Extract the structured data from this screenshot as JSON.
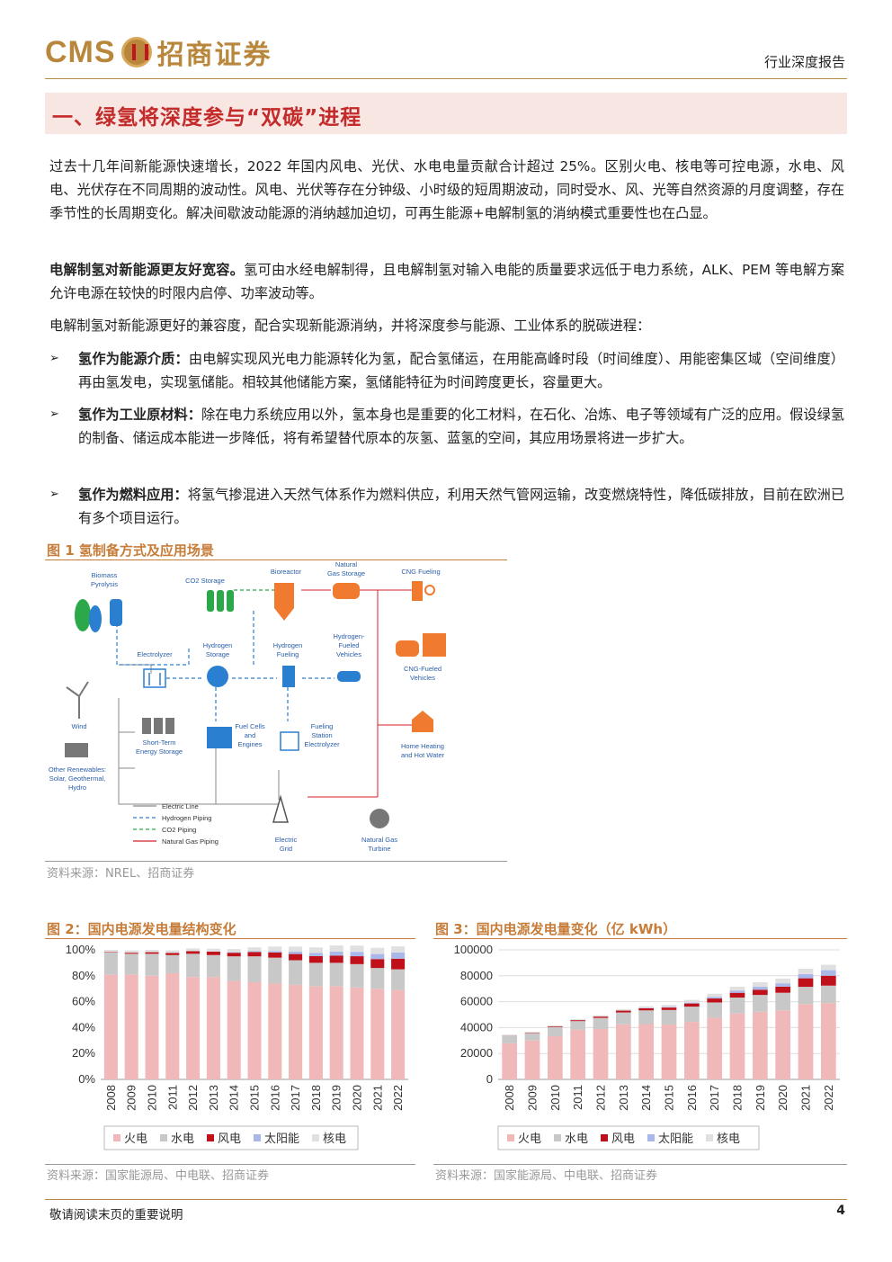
{
  "header": {
    "logo_cms": "CMS",
    "logo_cn": "招商证券",
    "report_type": "行业深度报告"
  },
  "section": {
    "title": "一、绿氢将深度参与“双碳”进程"
  },
  "paragraphs": {
    "p1": "过去十几年间新能源快速增长，2022 年国内风电、光伏、水电电量贡献合计超过 25%。区别火电、核电等可控电源，水电、风电、光伏存在不同周期的波动性。风电、光伏等存在分钟级、小时级的短周期波动，同时受水、风、光等自然资源的月度调整，存在季节性的长周期变化。解决间歇波动能源的消纳越加迫切，可再生能源+电解制氢的消纳模式重要性也在凸显。",
    "p2_lead": "电解制氢对新能源更友好宽容。",
    "p2_body": "氢可由水经电解制得，且电解制氢对输入电能的质量要求远低于电力系统，ALK、PEM 等电解方案允许电源在较快的时限内启停、功率波动等。",
    "p3": "电解制氢对新能源更好的兼容度，配合实现新能源消纳，并将深度参与能源、工业体系的脱碳进程："
  },
  "bullets": [
    {
      "mark": "➢",
      "lead": "氢作为能源介质：",
      "body": "由电解实现风光电力能源转化为氢，配合氢储运，在用能高峰时段（时间维度）、用能密集区域（空间维度）再由氢发电，实现氢储能。相较其他储能方案，氢储能特征为时间跨度更长，容量更大。"
    },
    {
      "mark": "➢",
      "lead": "氢作为工业原材料：",
      "body": "除在电力系统应用以外，氢本身也是重要的化工材料，在石化、冶炼、电子等领域有广泛的应用。假设绿氢的制备、储运成本能进一步降低，将有希望替代原本的灰氢、蓝氢的空间，其应用场景将进一步扩大。"
    },
    {
      "mark": "➢",
      "lead": "氢作为燃料应用：",
      "body": "将氢气掺混进入天然气体系作为燃料供应，利用天然气管网运输，改变燃烧特性，降低碳排放，目前在欧洲已有多个项目运行。"
    }
  ],
  "figure1": {
    "title": "图 1  氢制备方式及应用场景",
    "source": "资料来源：NREL、招商证券",
    "labels": {
      "biomass": "Biomass\nPyrolysis",
      "co2storage": "CO2 Storage",
      "bioreactor": "Bioreactor",
      "ngstorage": "Natural\nGas Storage",
      "cngfueling": "CNG Fueling",
      "electrolyzer": "Electrolyzer",
      "h2storage": "Hydrogen\nStorage",
      "h2fueling": "Hydrogen\nFueling",
      "h2vehicles": "Hydrogen-\nFueled\nVehicles",
      "cngvehicles": "CNG-Fueled\nVehicles",
      "wind": "Wind",
      "shortterm": "Short-Term\nEnergy Storage",
      "fuelcells": "Fuel Cells\nand\nEngines",
      "fuelingstation": "Fueling\nStation\nElectrolyzer",
      "homeheating": "Home Heating\nand Hot Water",
      "otherrenew": "Other Renewables:\nSolar, Geothermal,\nHydro",
      "grid": "Electric\nGrid",
      "turbine": "Natural Gas\nTurbine"
    },
    "legend": [
      {
        "label": "Electric Line",
        "color": "#888888",
        "dash": false
      },
      {
        "label": "Hydrogen Piping",
        "color": "#2a7fd0",
        "dash": true
      },
      {
        "label": "CO2 Piping",
        "color": "#2aa84a",
        "dash": true
      },
      {
        "label": "Natural Gas Piping",
        "color": "#d0202a",
        "dash": false
      }
    ]
  },
  "figure2": {
    "title": "图 2：国内电源发电量结构变化",
    "source": "资料来源：国家能源局、中电联、招商证券"
  },
  "figure3": {
    "title": "图 3：国内电源发电量变化（亿 kWh）",
    "source": "资料来源：国家能源局、中电联、招商证券"
  },
  "colors": {
    "thermal": "#f0b8b8",
    "hydro": "#c8c8c8",
    "wind": "#c0101a",
    "solar": "#a9b8e8",
    "nuclear": "#e0e0e0"
  },
  "chart_data": [
    {
      "type": "bar",
      "stacked": true,
      "categories": [
        "2008",
        "2009",
        "2010",
        "2011",
        "2012",
        "2013",
        "2014",
        "2015",
        "2016",
        "2017",
        "2018",
        "2019",
        "2020",
        "2021",
        "2022"
      ],
      "series": [
        {
          "name": "火电",
          "values": [
            0.81,
            0.81,
            0.8,
            0.82,
            0.79,
            0.79,
            0.76,
            0.75,
            0.74,
            0.73,
            0.72,
            0.72,
            0.71,
            0.7,
            0.69
          ]
        },
        {
          "name": "水电",
          "values": [
            0.17,
            0.16,
            0.17,
            0.14,
            0.18,
            0.17,
            0.19,
            0.2,
            0.2,
            0.19,
            0.18,
            0.18,
            0.18,
            0.16,
            0.16
          ]
        },
        {
          "name": "风电",
          "values": [
            0.004,
            0.008,
            0.012,
            0.016,
            0.02,
            0.026,
            0.028,
            0.033,
            0.04,
            0.048,
            0.052,
            0.055,
            0.061,
            0.069,
            0.082
          ]
        },
        {
          "name": "太阳能",
          "values": [
            0.0,
            0.0,
            0.0,
            0.001,
            0.001,
            0.002,
            0.004,
            0.007,
            0.011,
            0.018,
            0.025,
            0.031,
            0.034,
            0.039,
            0.048
          ]
        },
        {
          "name": "核电",
          "values": [
            0.016,
            0.018,
            0.018,
            0.019,
            0.02,
            0.021,
            0.024,
            0.03,
            0.035,
            0.039,
            0.042,
            0.048,
            0.048,
            0.048,
            0.047
          ]
        }
      ],
      "yticks": [
        "0%",
        "20%",
        "40%",
        "60%",
        "80%",
        "100%"
      ],
      "ylim": [
        0,
        1
      ],
      "legend_position": "bottom"
    },
    {
      "type": "bar",
      "stacked": true,
      "categories": [
        "2008",
        "2009",
        "2010",
        "2011",
        "2012",
        "2013",
        "2014",
        "2015",
        "2016",
        "2017",
        "2018",
        "2019",
        "2020",
        "2021",
        "2022"
      ],
      "series": [
        {
          "name": "火电",
          "values": [
            27900,
            30100,
            33300,
            38300,
            38900,
            42500,
            42700,
            42300,
            44400,
            47500,
            50900,
            52200,
            53300,
            58100,
            58900
          ]
        },
        {
          "name": "水电",
          "values": [
            5850,
            5700,
            7200,
            6700,
            8600,
            9200,
            10600,
            11300,
            11800,
            11900,
            12300,
            13000,
            13600,
            13400,
            13500
          ]
        },
        {
          "name": "风电",
          "values": [
            130,
            280,
            500,
            740,
            1000,
            1400,
            1600,
            1860,
            2400,
            3060,
            3660,
            4060,
            4670,
            6560,
            7630
          ]
        },
        {
          "name": "太阳能",
          "values": [
            0,
            0,
            1,
            6,
            36,
            84,
            235,
            395,
            665,
            1180,
            1770,
            2240,
            2610,
            3270,
            4280
          ]
        },
        {
          "name": "核电",
          "values": [
            690,
            700,
            740,
            870,
            980,
            1120,
            1330,
            1710,
            2130,
            2480,
            2950,
            3490,
            3660,
            4070,
            4180
          ]
        }
      ],
      "yticks": [
        "0",
        "20000",
        "40000",
        "60000",
        "80000",
        "100000"
      ],
      "ylim": [
        0,
        100000
      ],
      "legend_position": "bottom"
    }
  ],
  "footer": {
    "text": "敬请阅读末页的重要说明",
    "page": "4"
  }
}
